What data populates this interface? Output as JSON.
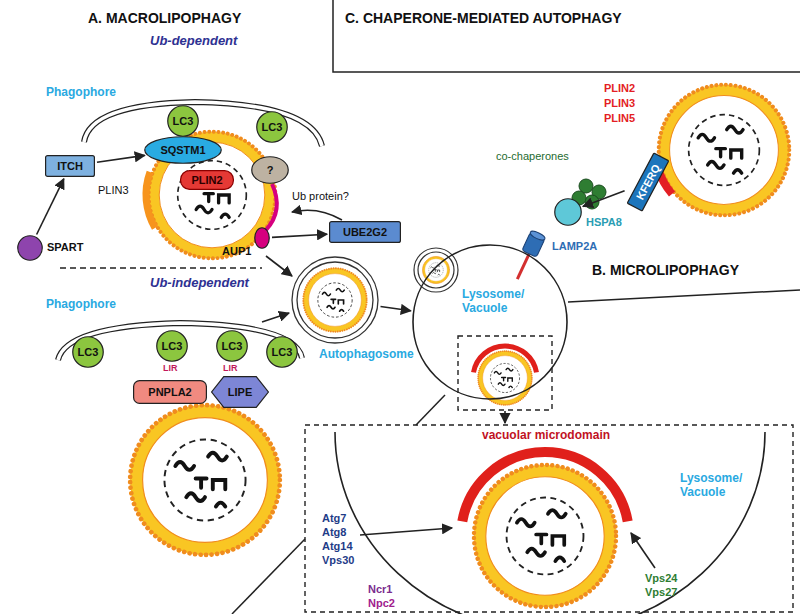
{
  "diagram": {
    "nodes": [
      {
        "text": [
          "LC3"
        ]
      },
      {
        "text": [
          "SQSTM1"
        ]
      },
      {
        "text": [
          "LC3"
        ]
      },
      {
        "text": [
          "ITCH"
        ]
      },
      {
        "text": [
          "PLIN2"
        ]
      },
      {
        "text": [
          "?"
        ]
      },
      {
        "text": [
          "SPART"
        ]
      },
      {
        "text": [
          "UBE2G2"
        ]
      },
      {
        "text": [
          "AUP1"
        ]
      },
      {
        "text": [
          "LC3"
        ]
      },
      {
        "text": [
          "LC3"
        ]
      },
      {
        "text": [
          "LC3"
        ]
      },
      {
        "text": [
          "LC3"
        ]
      },
      {
        "text": [
          "PNPLA2"
        ]
      },
      {
        "text": [
          "LIPE"
        ]
      },
      {
        "text": [
          "Autophagosome"
        ]
      },
      {
        "text": [
          "Lysosome/ Vacuole"
        ]
      },
      {
        "text": [
          "KFERQ"
        ]
      },
      {
        "text": [
          "HSPA8"
        ]
      },
      {
        "text": [
          "Lysosome/ Vacuole"
        ]
      }
    ],
    "edges": [
      {
        "from": 6,
        "to": 3,
        "arrow": "to"
      },
      {
        "from": 3,
        "to": 1,
        "arrow": "to"
      },
      {
        "from": 8,
        "to": 7,
        "arrow": "to"
      },
      {
        "from": 15,
        "to": 16,
        "arrow": "to"
      },
      {
        "from": 17,
        "to": 18,
        "arrow": "to"
      }
    ],
    "labels": [
      "A. MACROLIPOPHAGY",
      "Ub-dependent",
      "Phagophore",
      "PLIN3",
      "Ub protein?",
      "Ub-independent",
      "Phagophore",
      "LIR",
      "LIR",
      "C. CHAPERONE-MEDIATED AUTOPHAGY",
      "PLIN2",
      "PLIN3",
      "PLIN5",
      "co-chaperones",
      "LAMP2A",
      "B. MICROLIPOPHAGY",
      "vacuolar microdomain",
      "Atg7",
      "Atg8",
      "Atg14",
      "Vps30",
      "Ncr1",
      "Npc2",
      "Vps24",
      "Vps27"
    ]
  }
}
